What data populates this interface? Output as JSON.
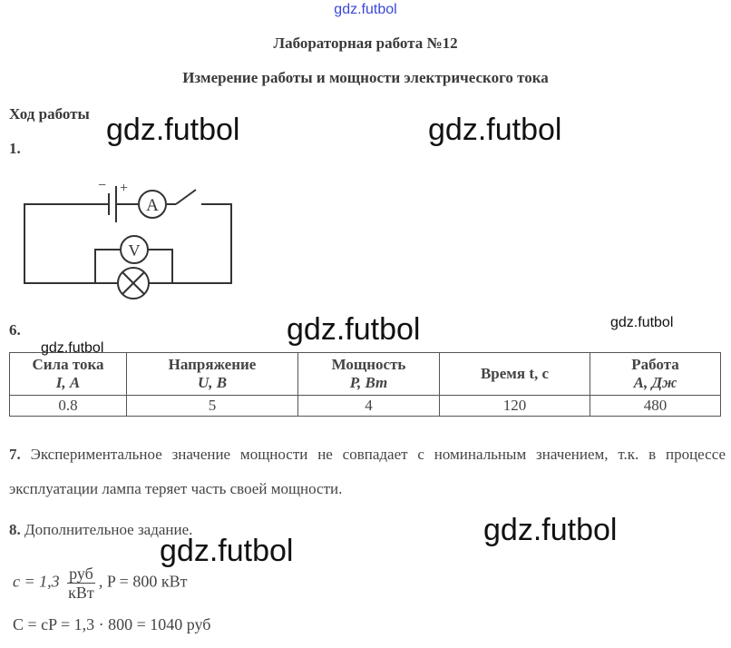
{
  "top_link": "gdz.futbol",
  "title": "Лабораторная работа №12",
  "subtitle": "Измерение работы и мощности электрического тока",
  "procedure_heading": "Ход работы",
  "item1_label": "1.",
  "circuit": {
    "ammeter_label": "A",
    "voltmeter_label": "V",
    "minus_label": "−",
    "plus_label": "+"
  },
  "item6_label": "6.",
  "table": {
    "headers": [
      {
        "line1": "Сила тока",
        "line2": "I, А"
      },
      {
        "line1": "Напряжение",
        "line2": "U, В"
      },
      {
        "line1": "Мощность",
        "line2": "P, Вт"
      },
      {
        "line1": "Время t, с",
        "line2": ""
      },
      {
        "line1": "Работа",
        "line2": "A, Дж"
      }
    ],
    "values": [
      "0.8",
      "5",
      "4",
      "120",
      "480"
    ]
  },
  "item7": {
    "label": "7.",
    "text": "Экспериментальное значение мощности не совпадает с номинальным значением, т.к. в процессе эксплуатации лампа теряет часть своей мощности."
  },
  "item8": {
    "label": "8.",
    "text": "Дополнительное задание."
  },
  "formula1": {
    "lhs": "c = 1,3",
    "frac_num": "руб",
    "frac_den": "кВт",
    "rest": ",  P = 800 кВт"
  },
  "formula2": "C = cP = 1,3 · 800 = 1040 руб",
  "watermarks": [
    "gdz.futbol",
    "gdz.futbol",
    "gdz.futbol",
    "gdz.futbol",
    "gdz.futbol",
    "gdz.futbol",
    "gdz.futbol"
  ]
}
